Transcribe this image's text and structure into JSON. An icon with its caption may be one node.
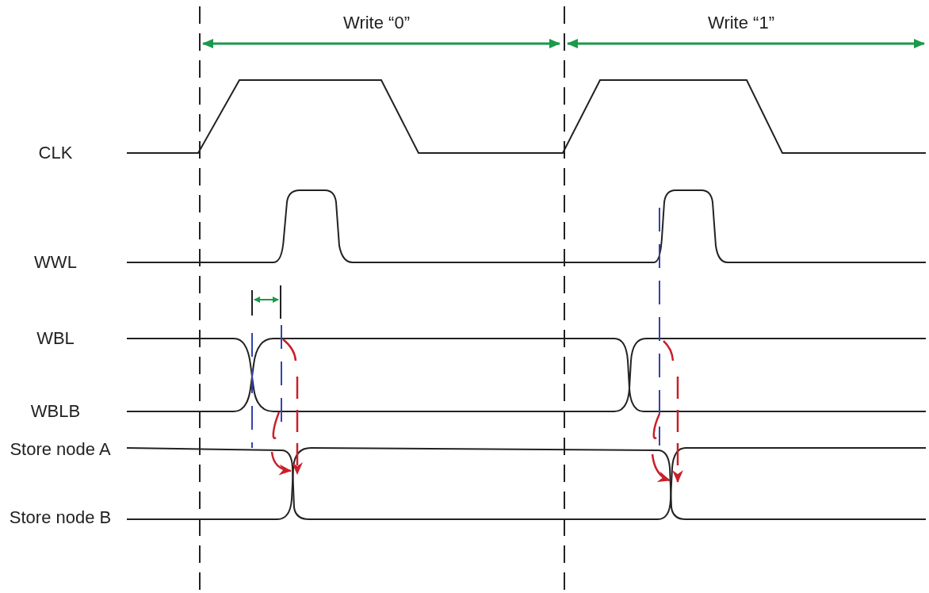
{
  "diagram": {
    "labels": [
      "Write “0”",
      "Write “1”",
      "CLK",
      "WWL",
      "WBL",
      "WBLB",
      "Store node A",
      "Store node B"
    ]
  }
}
